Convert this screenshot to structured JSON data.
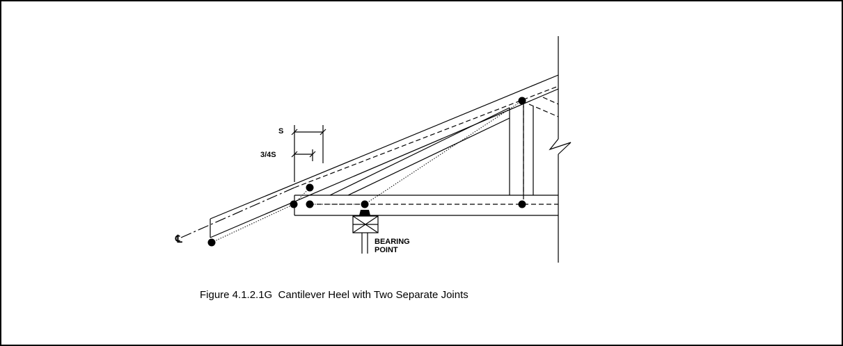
{
  "figure": {
    "caption": "Figure 4.1.2.1G  Cantilever Heel with Two Separate Joints"
  },
  "labels": {
    "s": "S",
    "three_quarter_s": "3/4S",
    "centerline_symbol": "℄",
    "bearing_line1": "BEARING",
    "bearing_line2": "POINT"
  }
}
